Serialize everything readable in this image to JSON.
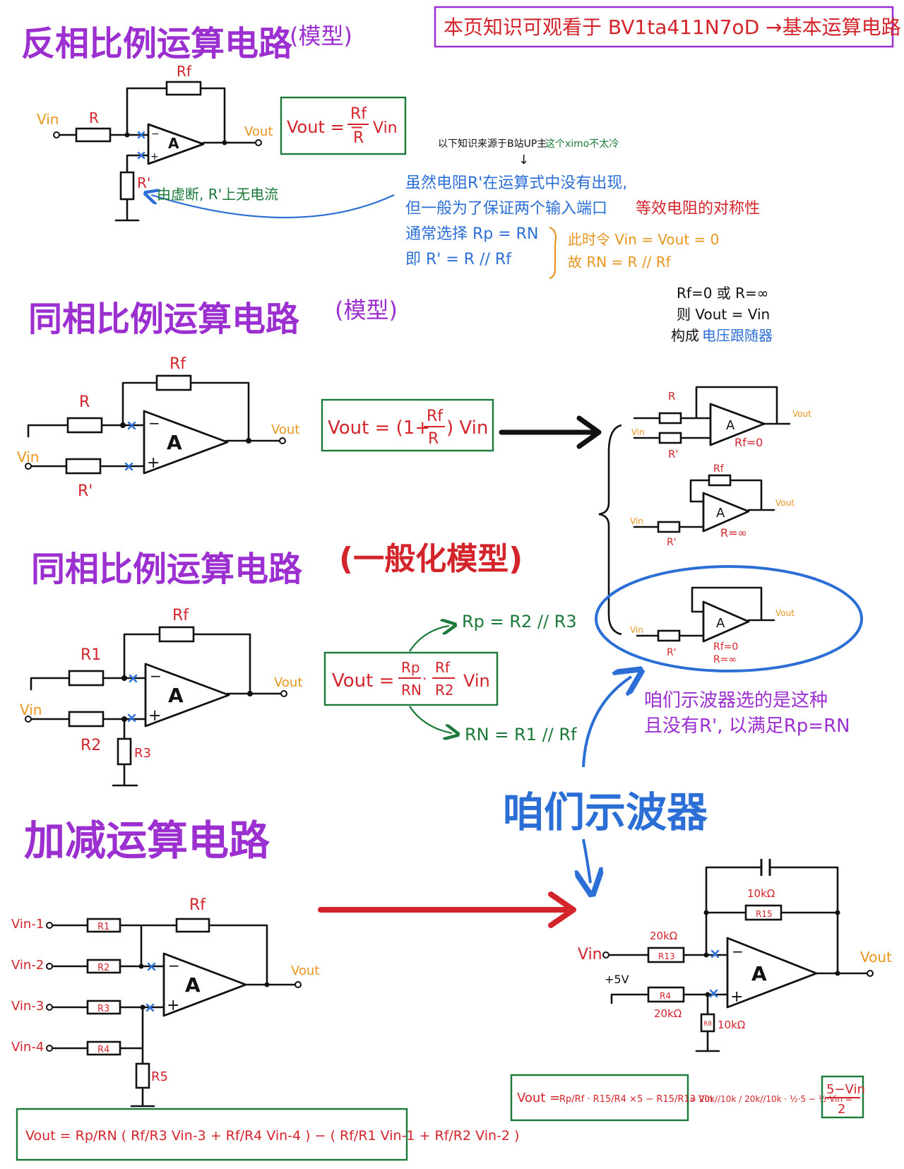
{
  "colors": {
    "title": "#9b2fd0",
    "resistor_label": "#d3242b",
    "io_label": "#e8951e",
    "formula": "#1b7a3a",
    "note_blue": "#2b6fd6",
    "note_purple": "#9b2fd0",
    "arrow_red": "#d3242b",
    "node_mark": "#2b6fd6"
  },
  "header_note": "本页知识可观看于 BV1ta411N7oD →基本运算电路",
  "section1": {
    "title": "反相比例运算电路",
    "title_suffix": "(模型)",
    "labels": {
      "vin": "Vin",
      "vout": "Vout",
      "r": "R",
      "rf": "Rf",
      "rp": "R'",
      "amp": "A"
    },
    "formula": "Vout = − (Rf / R) · Vin",
    "formula_lhs": "Vout = −",
    "formula_num": "Rf",
    "formula_den": "R",
    "formula_rhs": "Vin",
    "current_note": "由虚断, R'上无电流",
    "source_note": "以下知识来源于B站UP主",
    "source_user": "这个ximo不太冷",
    "explain": [
      "虽然电阻R'在运算式中没有出现,",
      "但一般为了保证两个输入端口",
      "等效电阻的对称性",
      "通常选择 Rp = RN",
      "即 R' = R // Rf",
      "此时令 Vin = Vout = 0",
      "故 RN = R // Rf"
    ]
  },
  "section2": {
    "title": "同相比例运算电路",
    "title_suffix": "(模型)",
    "labels": {
      "vin": "Vin",
      "vout": "Vout",
      "r": "R",
      "rf": "Rf",
      "rp": "R'",
      "amp": "A"
    },
    "formula_lhs": "Vout = (1+",
    "formula_num": "Rf",
    "formula_den": "R",
    "formula_rhs": ") Vin",
    "follower_note": [
      "Rf=0 或 R=∞",
      "则 Vout = Vin",
      "构成",
      "电压跟随器"
    ],
    "variant_a": "Rf=0",
    "variant_b": "R=∞",
    "variant_c": [
      "Rf=0",
      "R=∞"
    ]
  },
  "section3": {
    "title": "同相比例运算电路",
    "title_suffix": "(一般化模型)",
    "labels": {
      "vin": "Vin",
      "vout": "Vout",
      "r1": "R1",
      "r2": "R2",
      "r3": "R3",
      "rf": "Rf",
      "amp": "A"
    },
    "formula_lhs": "Vout =",
    "formula_f1_num": "Rp",
    "formula_f1_den": "RN",
    "formula_f2_num": "Rf",
    "formula_f2_den": "R2",
    "formula_rhs": "Vin",
    "rp_note": "Rp = R2 // R3",
    "rn_note": "RN = R1 // Rf",
    "scope_note": [
      "咱们示波器选的是这种",
      "且没有R', 以满足Rp=RN"
    ]
  },
  "section4": {
    "title": "加减运算电路",
    "labels": {
      "vin1": "Vin-1",
      "vin2": "Vin-2",
      "vin3": "Vin-3",
      "vin4": "Vin-4",
      "vout": "Vout",
      "r1": "R1",
      "r2": "R2",
      "r3": "R3",
      "r4": "R4",
      "r5": "R5",
      "rf": "Rf",
      "amp": "A"
    },
    "formula": "Vout = Rp/RN ( Rf/R3 Vin-3 + Rf/R4 Vin-4 ) − ( Rf/R1 Vin-1 + Rf/R2 Vin-2 )"
  },
  "scope": {
    "title": "咱们示波器",
    "labels": {
      "vin": "Vin",
      "vout": "Vout",
      "v5": "+5V",
      "r13": "R13",
      "r4": "R4",
      "r8": "R8",
      "r15": "R15",
      "r13_val": "20kΩ",
      "r4_val": "20kΩ",
      "r8_val": "10kΩ",
      "r15_val": "10kΩ",
      "amp": "A"
    },
    "formula_part1": "Vout =",
    "formula_part2": "Rp/Rf · R15/R4 ×5 − R15/R13 Vin",
    "formula_part3": "= 20k//10k / 20k//10k · ½·5 − ½·Vin =",
    "result_num": "5−Vin",
    "result_den": "2"
  }
}
